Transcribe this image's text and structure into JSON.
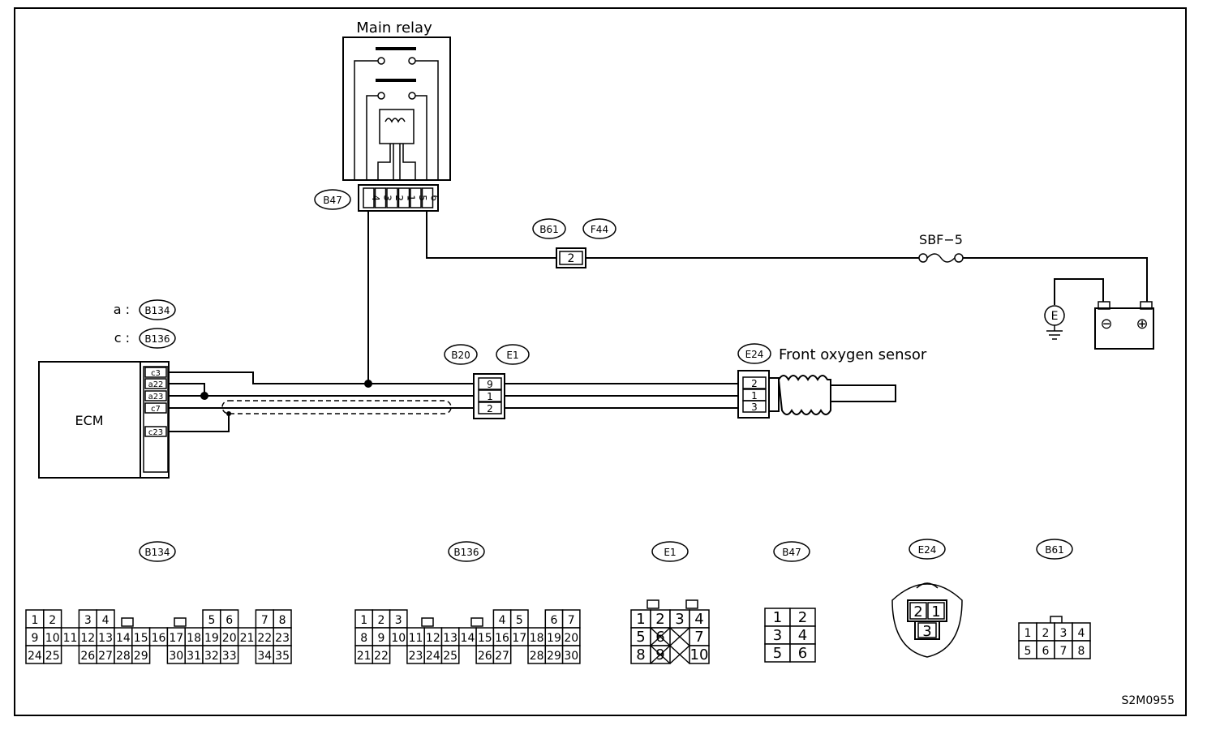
{
  "labels": {
    "main_relay": "Main relay",
    "ecm": "ECM",
    "front_oxygen_sensor": "Front oxygen sensor",
    "fuse": "SBF−5",
    "figure_code": "S2M0955",
    "ground_symbol": "E",
    "battery_minus": "⊖",
    "battery_plus": "⊕",
    "a_prefix": "a :",
    "c_prefix": "c :"
  },
  "connector_tags": {
    "b47": "B47",
    "b61": "B61",
    "f44": "F44",
    "b134": "B134",
    "b136": "B136",
    "b20": "B20",
    "e1": "E1",
    "e24": "E24"
  },
  "relay_pins": [
    "4",
    "3",
    "2",
    "1",
    "5",
    "6"
  ],
  "f44_pin": "2",
  "ecm_pins": [
    "c3",
    "a22",
    "a23",
    "c7",
    "c23"
  ],
  "e1_pins": [
    "9",
    "1",
    "2"
  ],
  "e24_pins": [
    "2",
    "1",
    "3"
  ],
  "bottom_connectors": [
    {
      "tag": "B134",
      "rows": [
        [
          "1",
          "2",
          "",
          "3",
          "4",
          "",
          "",
          "",
          "",
          "",
          "5",
          "6",
          "",
          "7",
          "8"
        ],
        [
          "9",
          "10",
          "11",
          "12",
          "13",
          "14",
          "15",
          "16",
          "17",
          "18",
          "19",
          "20",
          "21",
          "22",
          "23"
        ],
        [
          "24",
          "25",
          "",
          "26",
          "27",
          "28",
          "29",
          "",
          "30",
          "31",
          "32",
          "33",
          "",
          "34",
          "35"
        ]
      ]
    },
    {
      "tag": "B136",
      "rows": [
        [
          "1",
          "2",
          "3",
          "",
          "",
          "",
          "",
          "",
          "4",
          "5",
          "",
          "6",
          "7"
        ],
        [
          "8",
          "9",
          "10",
          "11",
          "12",
          "13",
          "14",
          "15",
          "16",
          "17",
          "18",
          "19",
          "20"
        ],
        [
          "21",
          "22",
          "",
          "23",
          "24",
          "25",
          "",
          "26",
          "27",
          "",
          "28",
          "29",
          "30"
        ]
      ]
    },
    {
      "tag": "E1",
      "rows": [
        [
          "1",
          "2",
          "3",
          "4"
        ],
        [
          "5",
          "6",
          "7"
        ],
        [
          "8",
          "9",
          "10"
        ]
      ]
    },
    {
      "tag": "B47",
      "rows": [
        [
          "1",
          "2"
        ],
        [
          "3",
          "4"
        ],
        [
          "5",
          "6"
        ]
      ]
    },
    {
      "tag": "E24",
      "rows": [
        [
          "2",
          "1"
        ],
        [
          "3"
        ]
      ]
    },
    {
      "tag": "B61",
      "rows": [
        [
          "1",
          "2",
          "3",
          "4"
        ],
        [
          "5",
          "6",
          "7",
          "8"
        ]
      ]
    }
  ]
}
